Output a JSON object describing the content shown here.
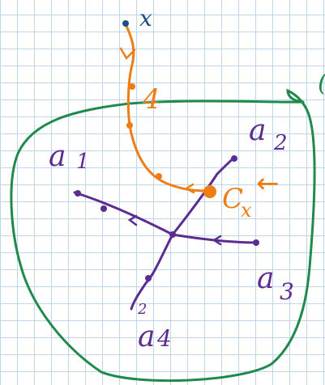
{
  "diagram": {
    "colors": {
      "grid": "#bcd7ee",
      "region": "#1f8a4c",
      "path": "#f07d14",
      "tree": "#5b2d91",
      "point": "#1c4f8a"
    },
    "labels": {
      "point_x": "x",
      "distance": "4",
      "region_corner": "(",
      "center": "C",
      "center_subscript": "x",
      "center_arrow": "←",
      "a1_base": "a",
      "a1_sub": "1",
      "a2_base": "a",
      "a2_sub": "2",
      "a3_base": "a",
      "a3_sub": "3",
      "a4_base": "a",
      "a4_sub": "4",
      "a4_tick": "2"
    }
  }
}
